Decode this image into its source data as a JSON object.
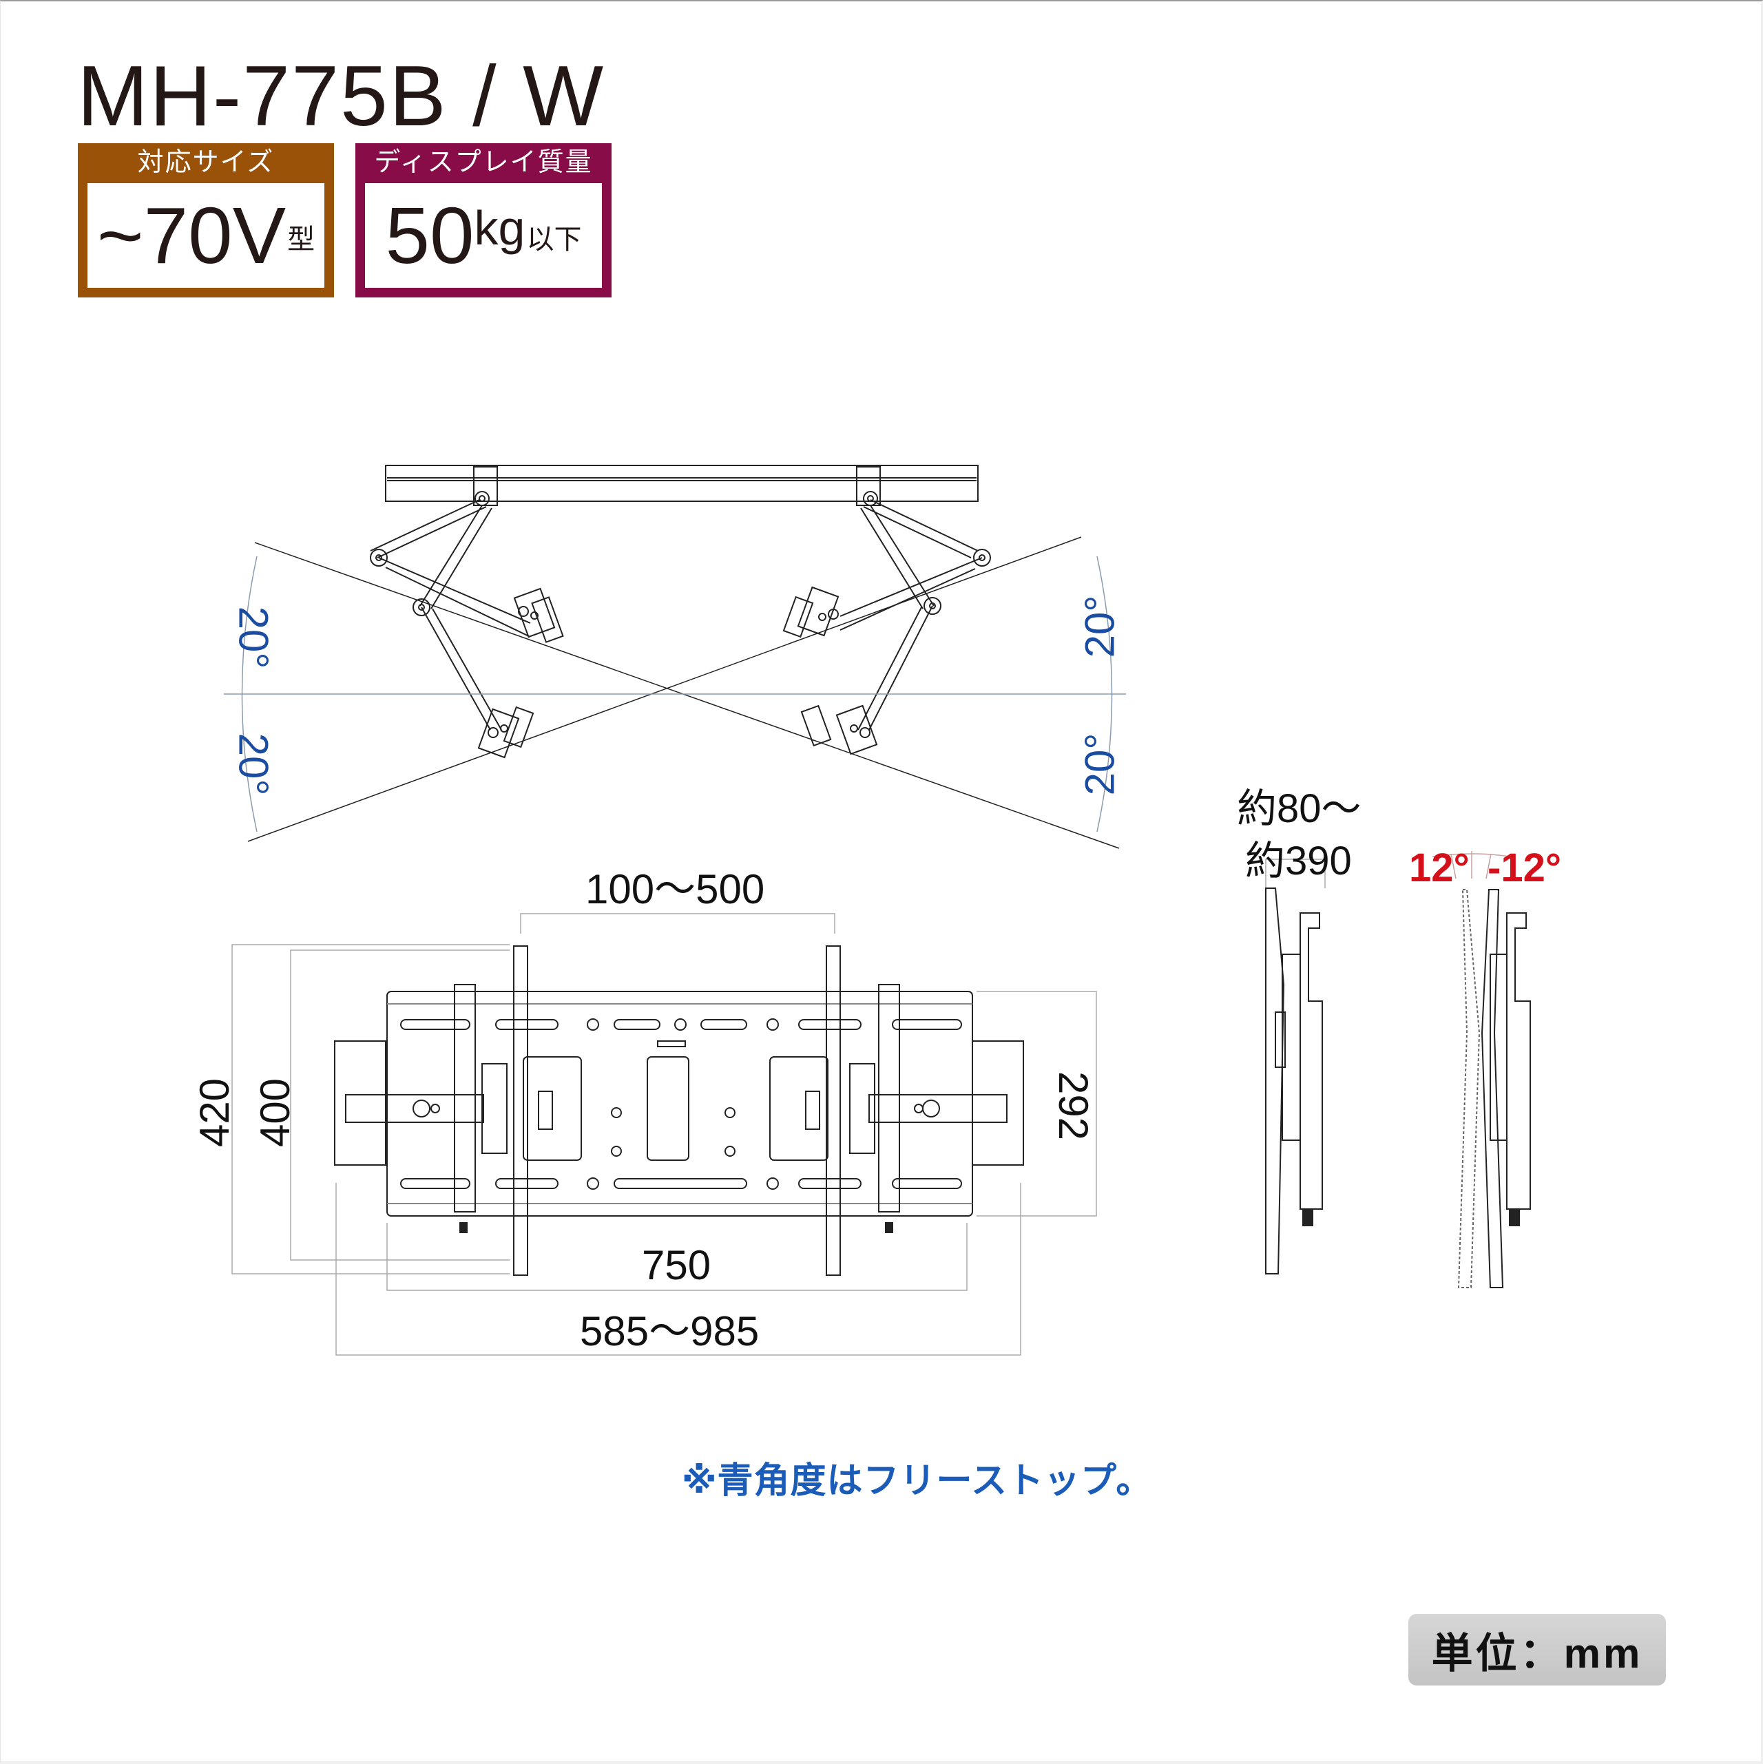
{
  "product": {
    "model": "MH-775B / W"
  },
  "specs": {
    "size": {
      "header": "対応サイズ",
      "prefix": "~",
      "value": "70V",
      "suffix": "型",
      "color": "#9a5209"
    },
    "weight": {
      "header": "ディスプレイ質量",
      "value": "50",
      "unit": "kg",
      "suffix": "以下",
      "color": "#870c48"
    }
  },
  "top_view": {
    "swivel_angles": {
      "left_upper": "20°",
      "left_lower": "20°",
      "right_upper": "20°",
      "right_lower": "20°",
      "color": "#1a4da1"
    }
  },
  "front_view": {
    "dimensions": {
      "vesa_horizontal": "100〜500",
      "overall_height": "420",
      "vesa_vertical": "400",
      "plate_height": "292",
      "plate_width": "750",
      "arm_span": "585〜985"
    }
  },
  "side_view": {
    "depth": {
      "line1": "約80〜",
      "line2": "約390"
    },
    "tilt": {
      "up": "12°",
      "down": "-12°",
      "color": "#d4111b"
    }
  },
  "note": "※青角度はフリーストップ。",
  "unit_label": "単位：mm"
}
